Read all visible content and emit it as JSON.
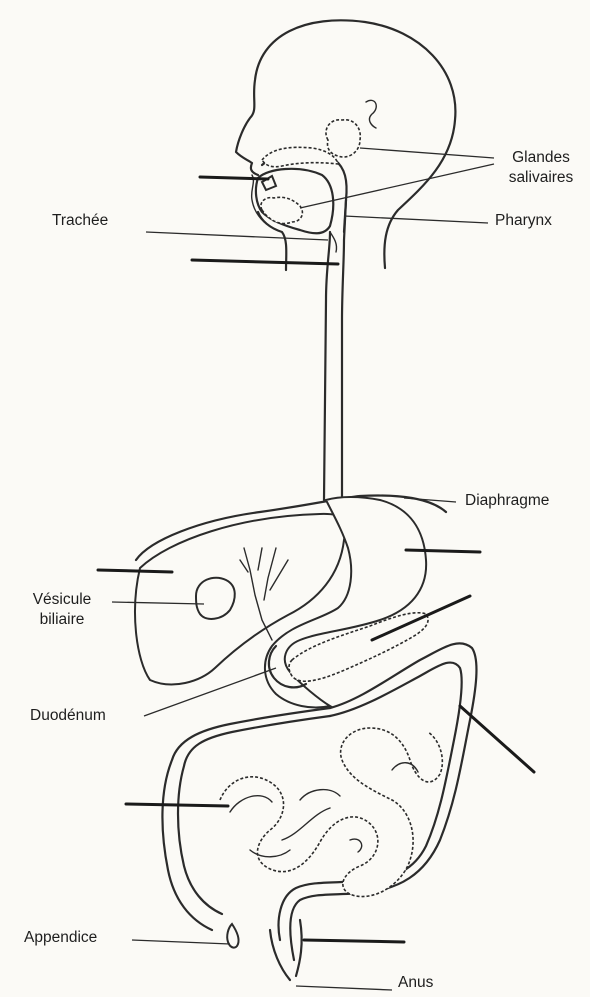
{
  "labels": {
    "glandes_line1": "Glandes",
    "glandes_line2": "salivaires",
    "pharynx": "Pharynx",
    "trachee": "Trachée",
    "diaphragme": "Diaphragme",
    "vesicule_line1": "Vésicule",
    "vesicule_line2": "biliaire",
    "duodenum": "Duodénum",
    "appendice": "Appendice",
    "anus": "Anus"
  }
}
